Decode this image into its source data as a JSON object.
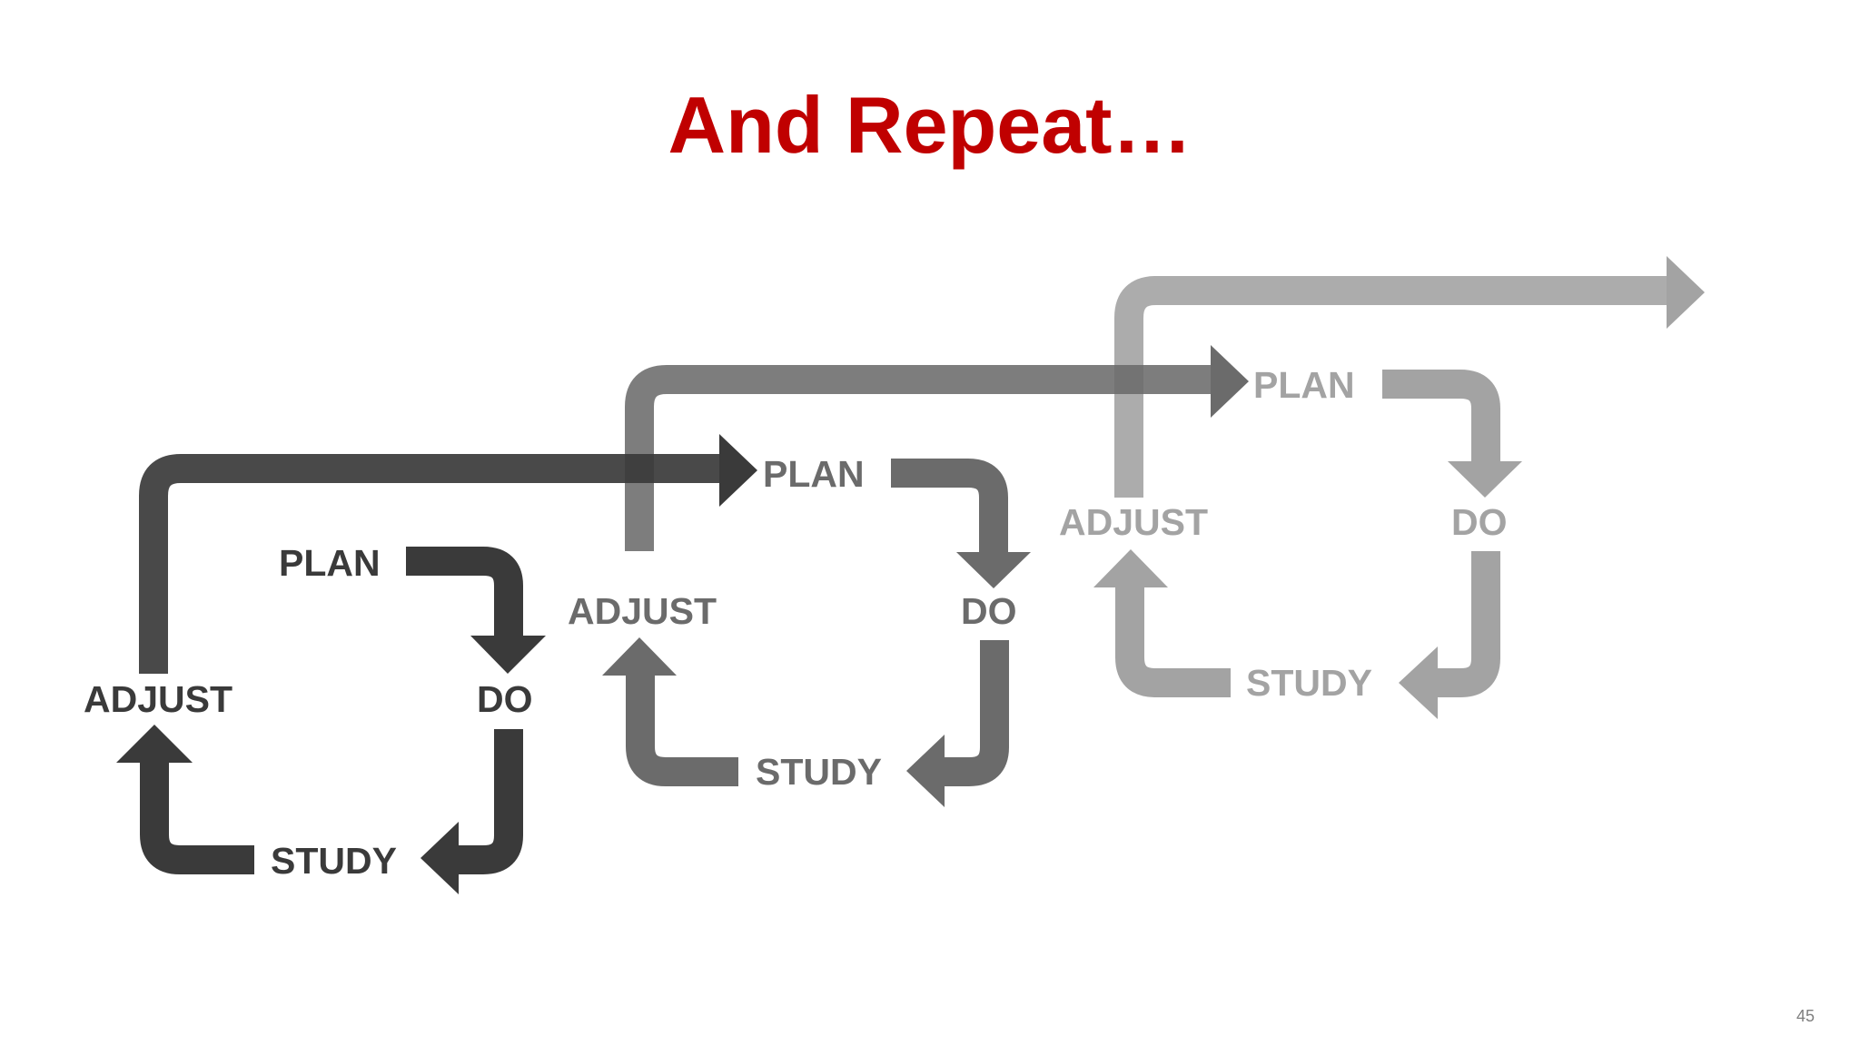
{
  "slide": {
    "title": "And Repeat…",
    "page_number": "45"
  },
  "diagram": {
    "cycles": [
      {
        "labels": {
          "plan": "PLAN",
          "do": "DO",
          "study": "STUDY",
          "adjust": "ADJUST"
        },
        "color": "#3a3a3a"
      },
      {
        "labels": {
          "plan": "PLAN",
          "do": "DO",
          "study": "STUDY",
          "adjust": "ADJUST"
        },
        "color": "#6b6b6b"
      },
      {
        "labels": {
          "plan": "PLAN",
          "do": "DO",
          "study": "STUDY",
          "adjust": "ADJUST"
        },
        "color": "#a3a3a3"
      }
    ]
  }
}
